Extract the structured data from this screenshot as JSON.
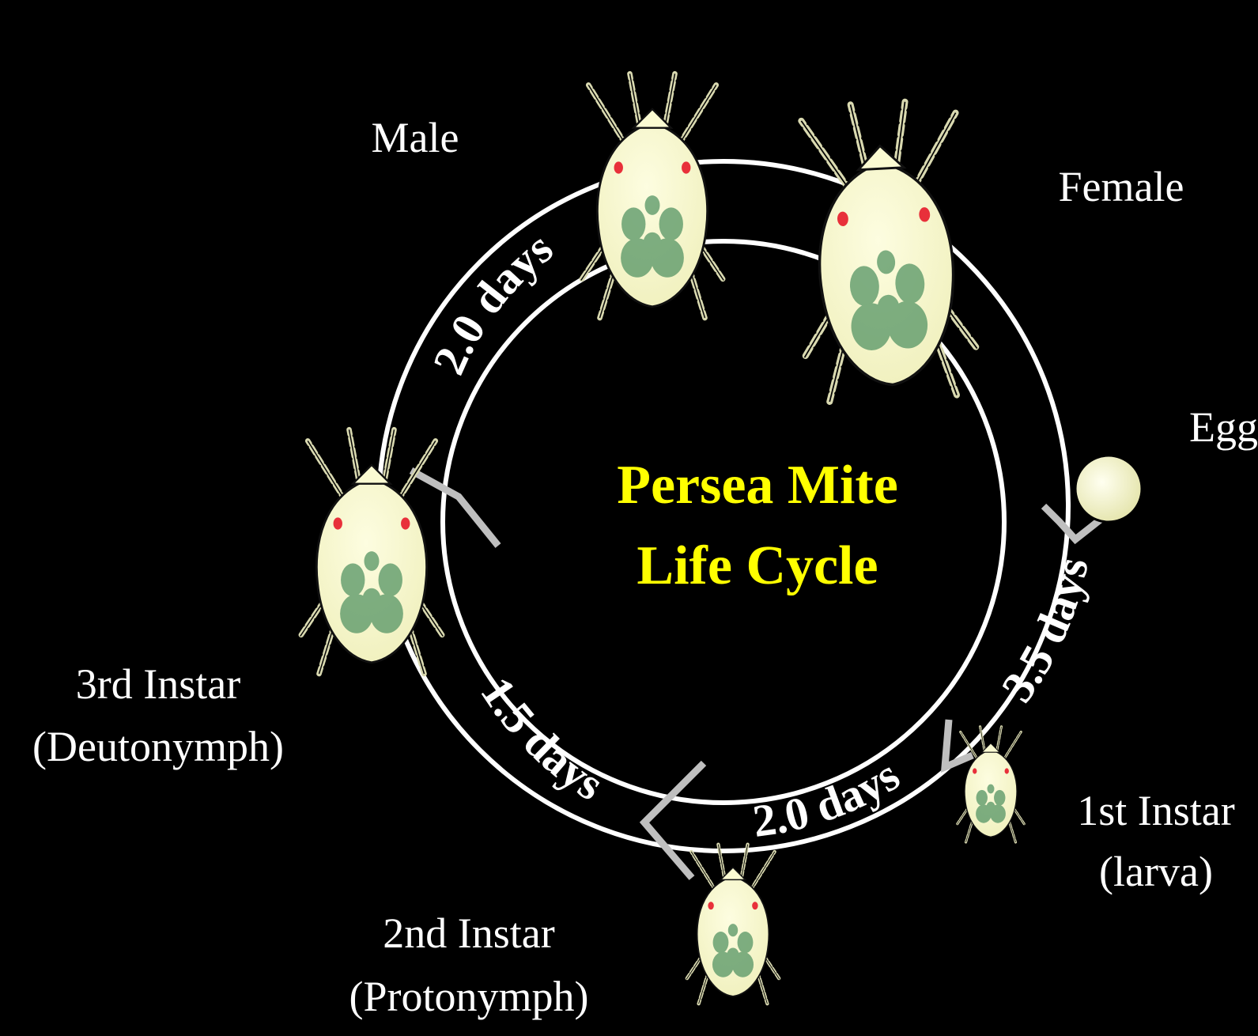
{
  "title": {
    "line1": "Persea Mite",
    "line2": "Life Cycle"
  },
  "stages": {
    "male": "Male",
    "female": "Female",
    "egg": "Egg",
    "first_instar": {
      "line1": "1st Instar",
      "line2": "(larva)"
    },
    "second_instar": {
      "line1": "2nd Instar",
      "line2": "(Protonymph)"
    },
    "third_instar": {
      "line1": "3rd Instar",
      "line2": "(Deutonymph)"
    }
  },
  "durations": {
    "egg_to_larva": "3.5 days",
    "larva_to_protonymph": "2.0 days",
    "protonymph_to_deutonymph": "1.5 days",
    "deutonymph_to_adult": "2.0 days"
  },
  "colors": {
    "background": "#000000",
    "title": "#ffff00",
    "ring": "#ffffff",
    "mite_body": "#fbfbd2",
    "mite_spots": "#5f9b6b",
    "mite_eyes": "#e8303a"
  }
}
